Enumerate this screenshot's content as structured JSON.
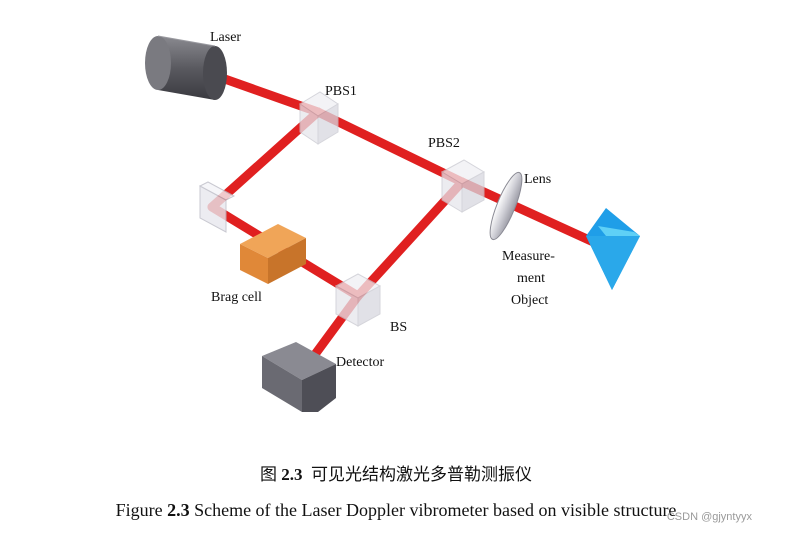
{
  "labels": {
    "laser": "Laser",
    "pbs1": "PBS1",
    "pbs2": "PBS2",
    "lens": "Lens",
    "measurement_line1": "Measure-",
    "measurement_line2": "ment",
    "measurement_line3": "Object",
    "bragg_cell": "Brag cell",
    "bs": "BS",
    "detector": "Detector"
  },
  "caption": {
    "cn_prefix": "图",
    "cn_number": "2.3",
    "cn_text": "可见光结构激光多普勒测振仪",
    "en_prefix": "Figure",
    "en_number": "2.3",
    "en_text": "Scheme of the Laser Doppler vibrometer based on visible structure"
  },
  "watermark": "CSDN @gjyntyyx",
  "colors": {
    "beam": "#e02020",
    "laser_body": "#5a5a5e",
    "bragg_cell": "#e0883a",
    "detector": "#6a6a70",
    "target": "#2aa8ea"
  }
}
